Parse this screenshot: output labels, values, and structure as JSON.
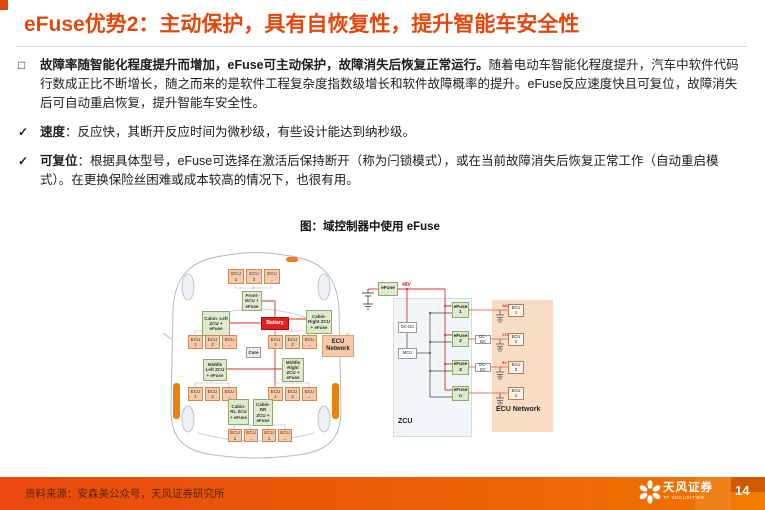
{
  "slide": {
    "title": "eFuse优势2：主动保护，具有自恢复性，提升智能车安全性",
    "bullets": [
      {
        "marker": "□",
        "bold": "故障率随智能化程度提升而增加，eFuse可主动保护，故障消失后恢复正常运行。",
        "text": "随着电动车智能化程度提升，汽车中软件代码行数成正比不断增长，随之而来的是软件工程复杂度指数级增长和软件故障概率的提升。eFuse反应速度快且可复位，故障消失后可自动重启恢复，提升智能车安全性。"
      },
      {
        "marker": "✓",
        "bold": "速度",
        "text": "：反应快，其断开反应时间为微秒级，有些设计能达到纳秒级。"
      },
      {
        "marker": "✓",
        "bold": "可复位",
        "text": "：根据具体型号，eFuse可选择在激活后保持断开（称为闩锁模式），或在当前故障消失后恢复正常工作（自动重启模式）。在更换保险丝困难或成本较高的情况下，也很有用。"
      }
    ],
    "figure_caption": "图：域控制器中使用 eFuse"
  },
  "car_diagram": {
    "top_ecus": [
      "ECU 1",
      "ECU 2",
      "ECU ..."
    ],
    "front_zcu": "Front- ECU + eFuse",
    "cabin_left_zcu": "Cabin- Left ZCU + eFuse",
    "battery": "Battery",
    "cabin_right_zcu": "Cabin- Right ZCU + eFuse",
    "ecu_network": "ECU Network",
    "upper_left_ecus": [
      "ECU 1",
      "ECU 2",
      "ECU ..."
    ],
    "upper_right_ecus": [
      "ECU 1",
      "ECU 2",
      "ECU ..."
    ],
    "core": "Core",
    "middle_left_zcu": "Middle Left ZCU + eFuse",
    "middle_right_zcu": "Middle Right ZCU + eFuse",
    "lower_left_ecus": [
      "ECU 1",
      "ECU 2",
      "ECU ..."
    ],
    "lower_right_ecus": [
      "ECU 1",
      "ECU 2",
      "ECU ..."
    ],
    "cabin_rl_zcu": "Cabin-RL ZCU + eFuse",
    "cabin_rr_zcu": "Cabin- RR ZCU + eFuse",
    "bottom_ecus": [
      "ECU 1",
      "ECU ...",
      "ECU 1",
      "ECU ..."
    ]
  },
  "schematic": {
    "main_efuse": "eFuse",
    "bus_voltage": "48V",
    "dcdc_main": "DC-DC",
    "mcu": "MCU",
    "efuses": [
      "eFuse 1",
      "eFuse 2",
      "eFuse 3",
      "eFuse n"
    ],
    "dcdc_out": [
      "DC-DC",
      "DC-DC"
    ],
    "ecus": [
      "ECU 1",
      "ECU 2",
      "ECU 3",
      "ECU n"
    ],
    "rail_voltages": [
      "48V",
      "13V",
      "5V"
    ],
    "zcu_label": "ZCU",
    "ecu_network_label": "ECU Network"
  },
  "footer": {
    "source": "资料来源：安森美公众号，天风证券研究所",
    "brand": "天风证券",
    "brand_sub": "TF SECURITIES",
    "page": "14"
  },
  "colors": {
    "accent": "#E2470C",
    "battery_red": "#E02121",
    "zcu_green": "#DDEACB",
    "ecu_orange": "#F6C9A8",
    "footer_start": "#E8490E",
    "footer_end": "#EE7500"
  }
}
